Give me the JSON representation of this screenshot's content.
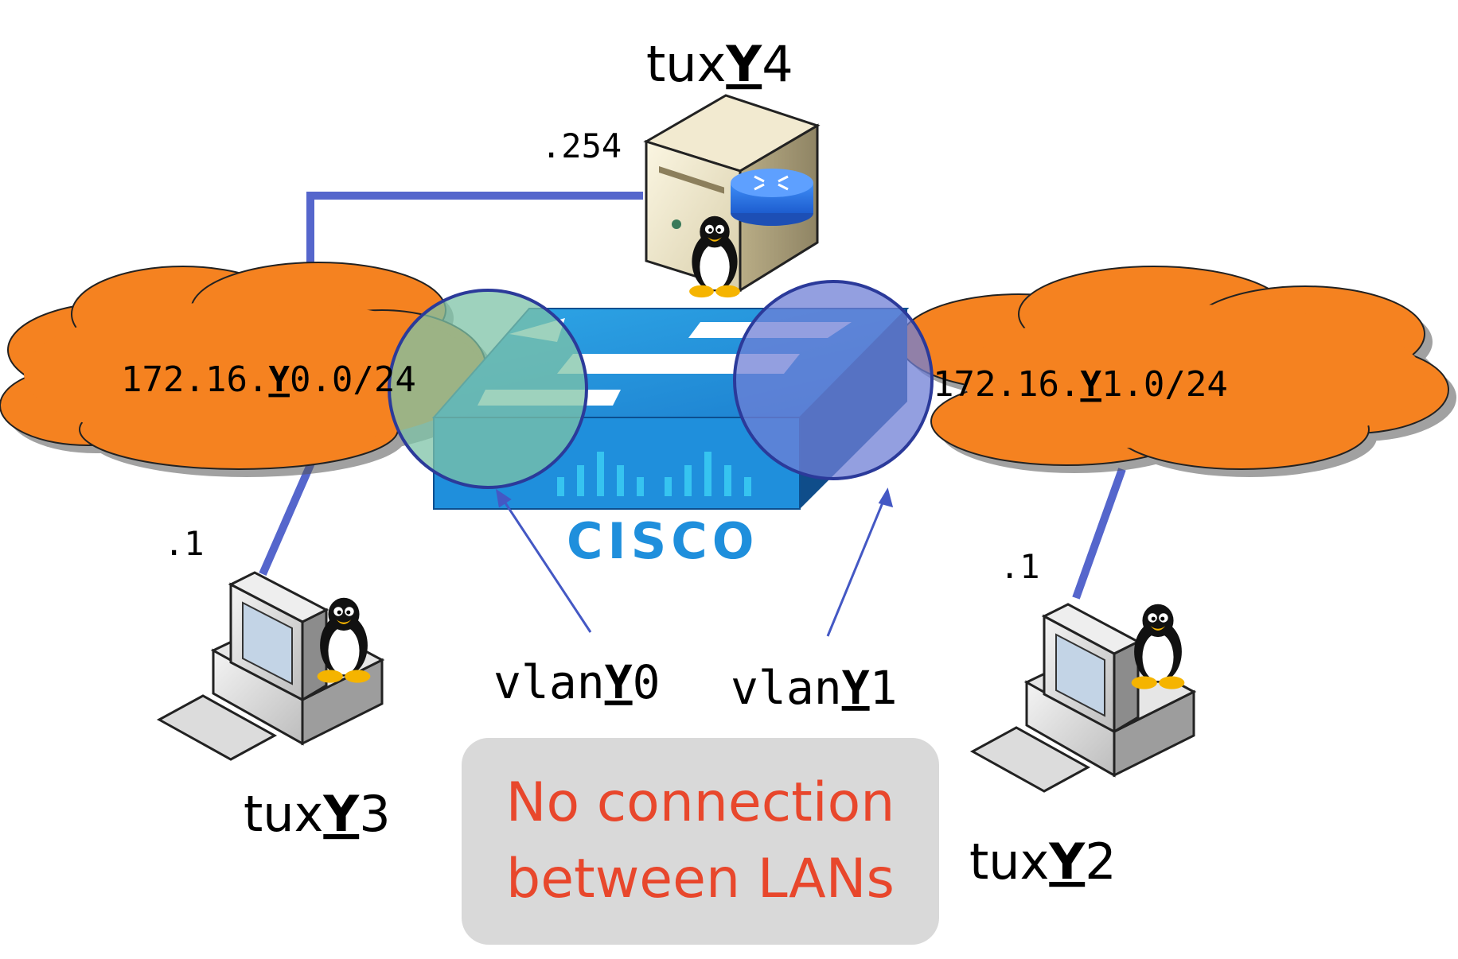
{
  "hosts": {
    "tux4": {
      "prefix": "tux",
      "y": "Y",
      "suffix": "4",
      "ip_suffix": ".254",
      "role": "router-server"
    },
    "tux3": {
      "prefix": "tux",
      "y": "Y",
      "suffix": "3",
      "ip_suffix": ".1",
      "role": "workstation"
    },
    "tux2": {
      "prefix": "tux",
      "y": "Y",
      "suffix": "2",
      "ip_suffix": ".1",
      "role": "workstation"
    }
  },
  "networks": {
    "lan0": {
      "pre": "172.16.",
      "y": "Y",
      "post": "0.0/24",
      "color": "#f58220"
    },
    "lan1": {
      "pre": "172.16.",
      "y": "Y",
      "post": "1.0/24",
      "color": "#f58220"
    }
  },
  "vlans": {
    "vlan0": {
      "pre": "vlan",
      "y": "Y",
      "post": "0",
      "color": "#7ec3a7"
    },
    "vlan1": {
      "pre": "vlan",
      "y": "Y",
      "post": "1",
      "color": "#6f7fd6"
    }
  },
  "switch": {
    "brand": "CISCO",
    "color": "#1f8fdc"
  },
  "note": {
    "line1": "No connection",
    "line2": "between LANs"
  },
  "colors": {
    "link": "#5566cc",
    "cloud": "#f58220",
    "note_text": "#e8472c",
    "note_bg": "#d9d9d9"
  }
}
